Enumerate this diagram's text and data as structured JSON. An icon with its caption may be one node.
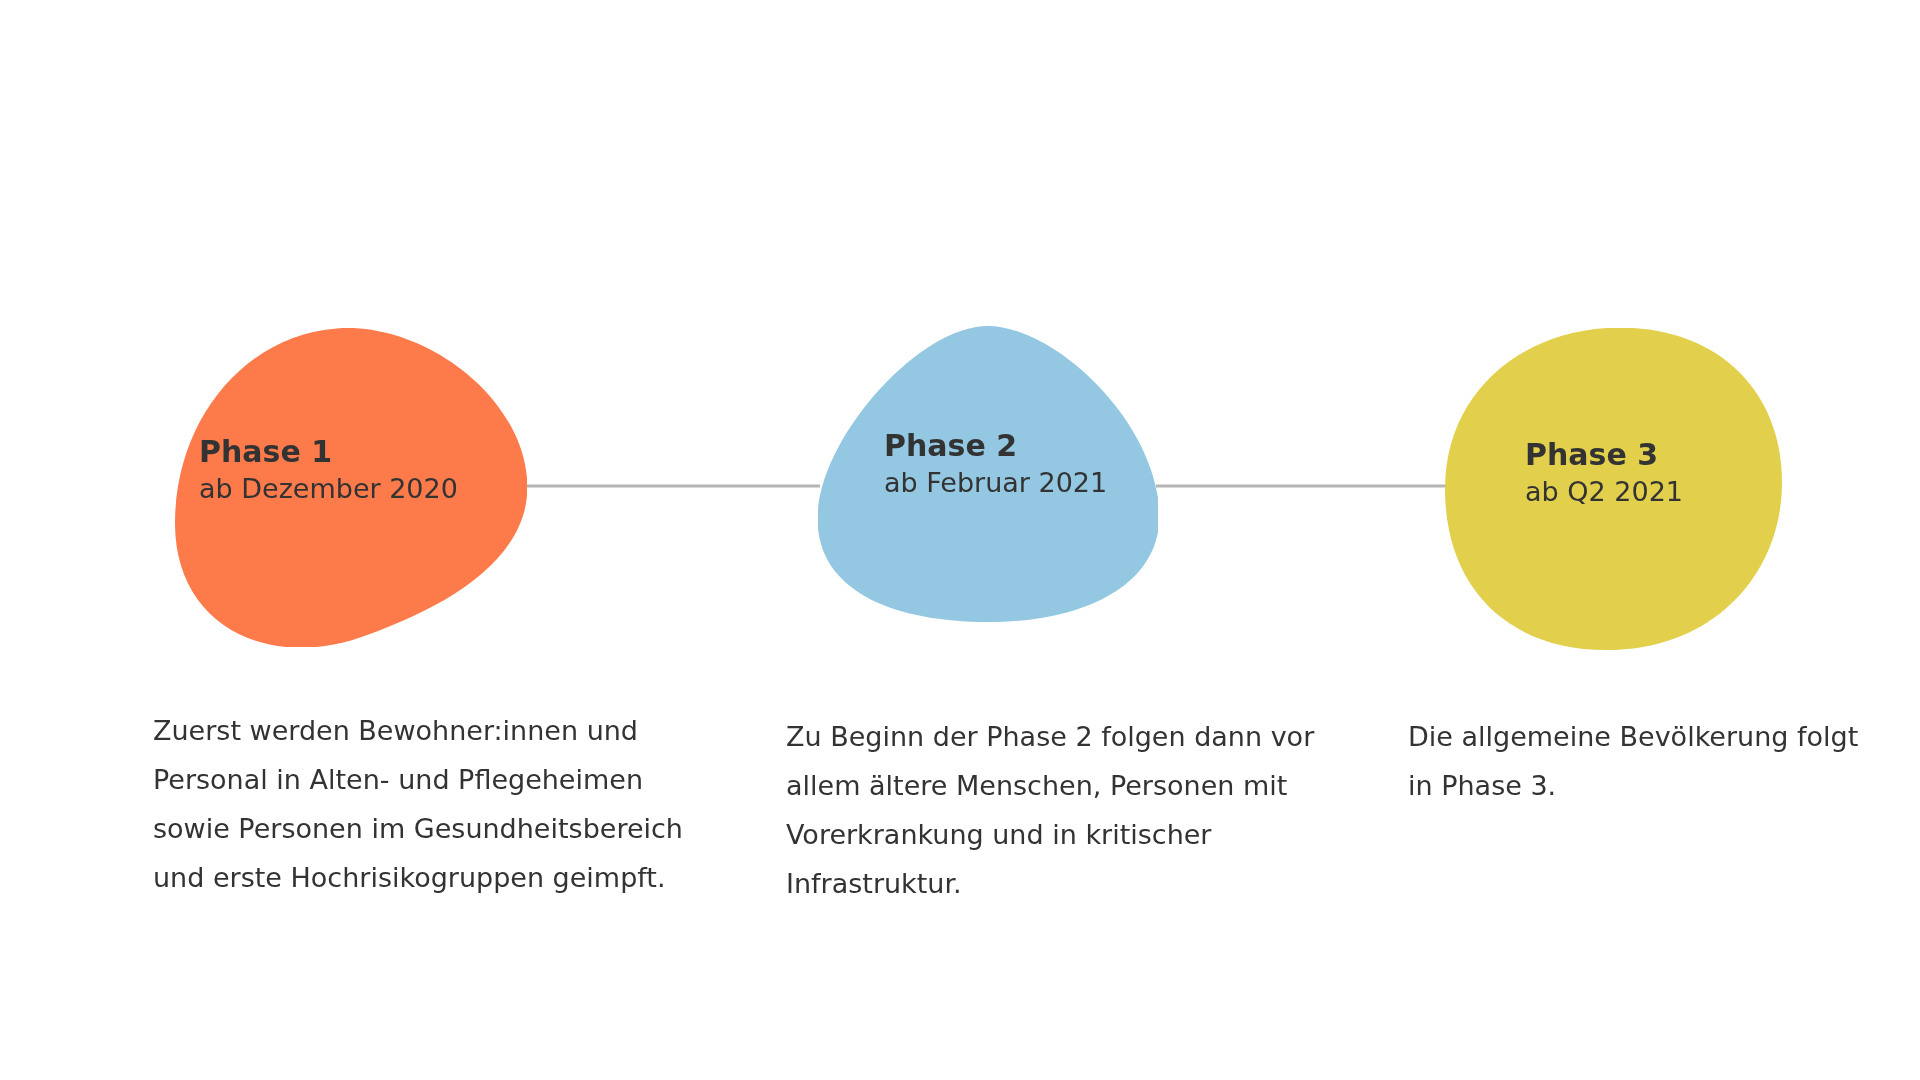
{
  "diagram": {
    "nodes": [
      {
        "text": [
          "Phase 1",
          "ab Dezember 2020"
        ],
        "beside": [
          "Zuerst werden Bewohner:innen und Personal in Alten- und Pflegeheimen sowie Personen im Gesundheitsbereich und erste Hochrisikogruppen geimpft."
        ]
      },
      {
        "text": [
          "Phase 2",
          "ab Februar 2021"
        ],
        "beside": [
          "Zu Beginn der Phase 2 folgen dann vor allem ältere Menschen, Personen mit Vorerkrankung und in kritischer Infrastruktur."
        ]
      },
      {
        "text": [
          "Phase 3",
          "ab Q2 2021"
        ],
        "beside": [
          "Die allgemeine Bevölkerung folgt in Phase 3."
        ]
      }
    ],
    "edges": [
      {
        "from": 0,
        "to": 1,
        "arrow": "none"
      },
      {
        "from": 1,
        "to": 2,
        "arrow": "none"
      }
    ]
  }
}
